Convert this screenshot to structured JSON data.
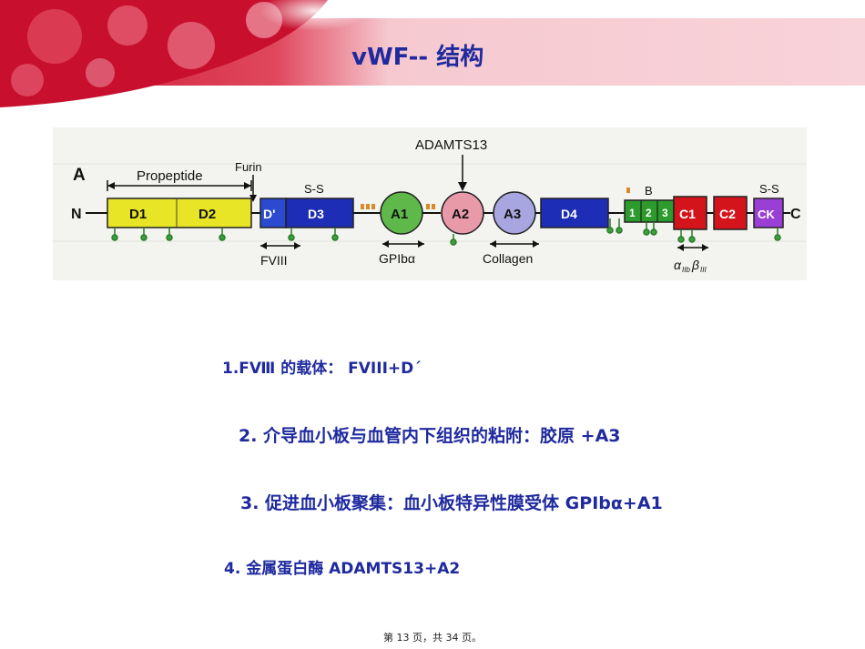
{
  "slide": {
    "title": "vWF-- 结构",
    "points": [
      "1.FⅧ 的载体： FVIII+D´",
      "2. 介导血小板与血管内下组织的粘附：胶原 +A3",
      "3. 促进血小板聚集：血小板特异性膜受体 GPIbα+A1",
      "4.  金属蛋白酶 ADAMTS13+A2"
    ],
    "footer": "第 13 页，共 34 页。"
  },
  "colors": {
    "title": "#1f2a9e",
    "header_red": "#c8102e",
    "header_pink": "#f6c9d0",
    "propeptide_yellow": "#e8e426",
    "d3_blue": "#1d2db5",
    "a_domain_green": "#5fb84a",
    "a2_pink": "#e89aa8",
    "a3_lavender": "#a7a6e0",
    "b_green": "#2c9a2c",
    "c_red": "#d3141b",
    "ck_purple": "#9a3fd6"
  },
  "diagram": {
    "panel_label": "A",
    "n_terminus": "N",
    "c_terminus": "C",
    "labels": {
      "propeptide": "Propeptide",
      "furin": "Furin",
      "ss_left": "S-S",
      "adamts13": "ADAMTS13",
      "b_label": "B",
      "ss_right": "S-S",
      "fviii": "FVIII",
      "gpiba": "GPIbα",
      "collagen": "Collagen",
      "integrin_alpha": "α",
      "integrin_alpha_sub": "IIb",
      "integrin_beta": "β",
      "integrin_beta_sub": "III"
    },
    "domains": {
      "d1": "D1",
      "d2": "D2",
      "dprime": "D'",
      "d3": "D3",
      "a1": "A1",
      "a2": "A2",
      "a3": "A3",
      "d4": "D4",
      "b1": "1",
      "b2": "2",
      "b3": "3",
      "c1": "C1",
      "c2": "C2",
      "ck": "CK"
    }
  }
}
